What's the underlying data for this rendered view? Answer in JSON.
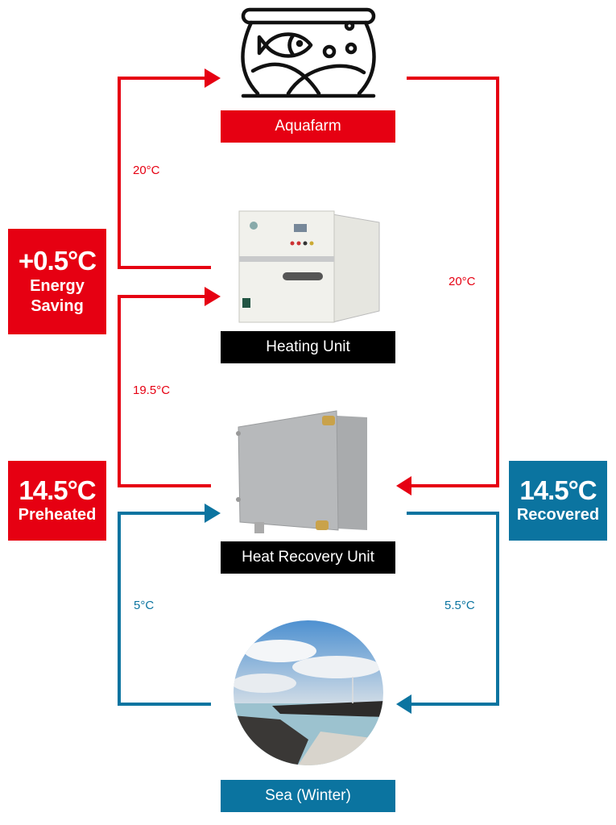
{
  "nodes": {
    "aquafarm": {
      "label": "Aquafarm",
      "icon": "fishbowl-icon"
    },
    "heating_unit": {
      "label": "Heating Unit"
    },
    "heat_recovery_unit": {
      "label": "Heat Recovery Unit"
    },
    "sea": {
      "label": "Sea (Winter)"
    }
  },
  "badges": {
    "energy_saving": {
      "value": "+0.5°C",
      "line1": "Energy",
      "line2": "Saving"
    },
    "preheated": {
      "value": "14.5°C",
      "caption": "Preheated"
    },
    "recovered": {
      "value": "14.5°C",
      "caption": "Recovered"
    }
  },
  "temperatures": {
    "heating_to_aquafarm": "20°C",
    "aquafarm_to_recovery": "20°C",
    "recovery_to_heating": "19.5°C",
    "sea_to_recovery": "5°C",
    "recovery_to_sea": "5.5°C"
  },
  "colors": {
    "hot": "#e60012",
    "cold": "#0b74a0",
    "label_dark": "#000000"
  }
}
